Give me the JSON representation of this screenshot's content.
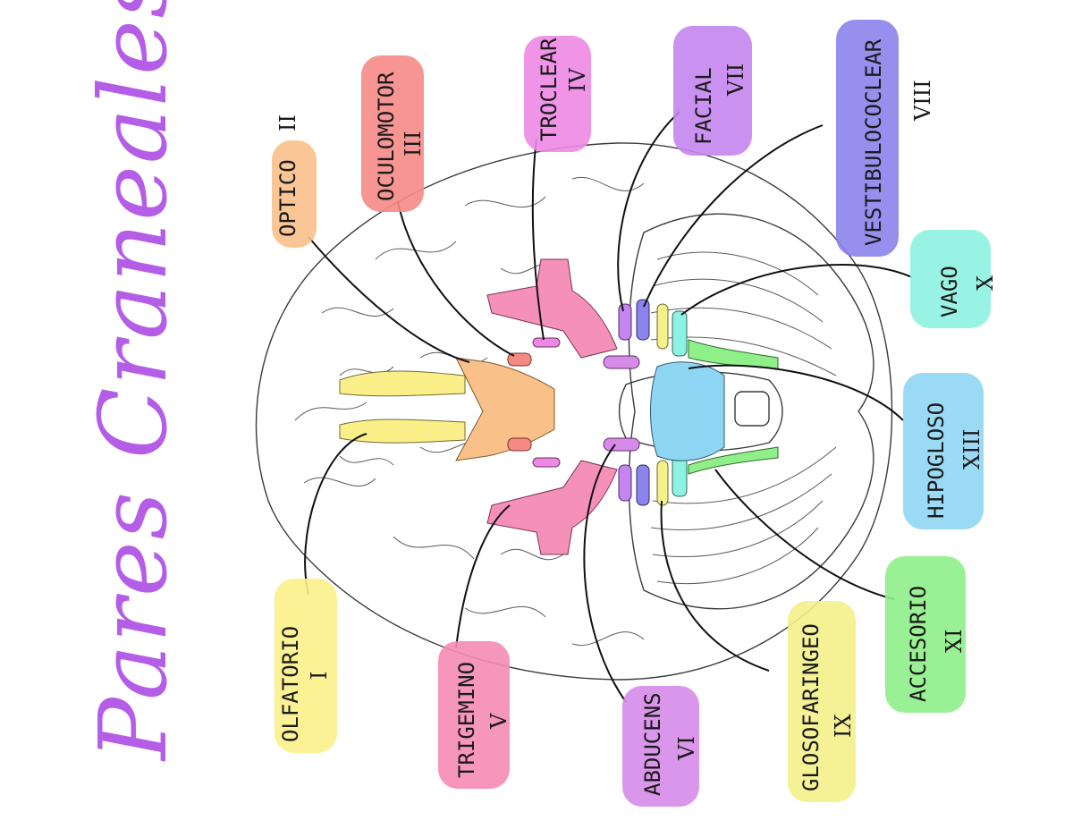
{
  "title": "Pares Craneales",
  "colors": {
    "title": "#b45ee8",
    "olfatorio": "#fbef8a",
    "optico": "#f9c08a",
    "oculomotor": "#f58a85",
    "troclear": "#ee88e6",
    "trigemino": "#f58bb3",
    "abducens": "#d68be8",
    "facial": "#c485f0",
    "vestibulococlear": "#8c83ec",
    "glosofaringeo": "#f4f08a",
    "vago": "#8ef2e2",
    "accesorio": "#8ff08a",
    "hipogloso": "#8fd6f4"
  },
  "nerves": [
    {
      "key": "olfatorio",
      "name": "OLFATORIO",
      "numeral": "I"
    },
    {
      "key": "optico",
      "name": "OPTICO",
      "numeral": "II"
    },
    {
      "key": "oculomotor",
      "name": "OCULOMOTOR",
      "numeral": "III"
    },
    {
      "key": "troclear",
      "name": "TROCLEAR",
      "numeral": "IV"
    },
    {
      "key": "trigemino",
      "name": "TRIGEMINO",
      "numeral": "V"
    },
    {
      "key": "abducens",
      "name": "ABDUCENS",
      "numeral": "VI"
    },
    {
      "key": "facial",
      "name": "FACIAL",
      "numeral": "VII"
    },
    {
      "key": "vestibulococlear",
      "name": "VESTIBULOCOCLEAR",
      "numeral": "VIII"
    },
    {
      "key": "glosofaringeo",
      "name": "GLOSOFARINGEO",
      "numeral": "IX"
    },
    {
      "key": "vago",
      "name": "VAGO",
      "numeral": "X"
    },
    {
      "key": "accesorio",
      "name": "ACCESORIO",
      "numeral": "XI"
    },
    {
      "key": "hipogloso",
      "name": "HIPOGLOSO",
      "numeral": "XIII"
    }
  ]
}
